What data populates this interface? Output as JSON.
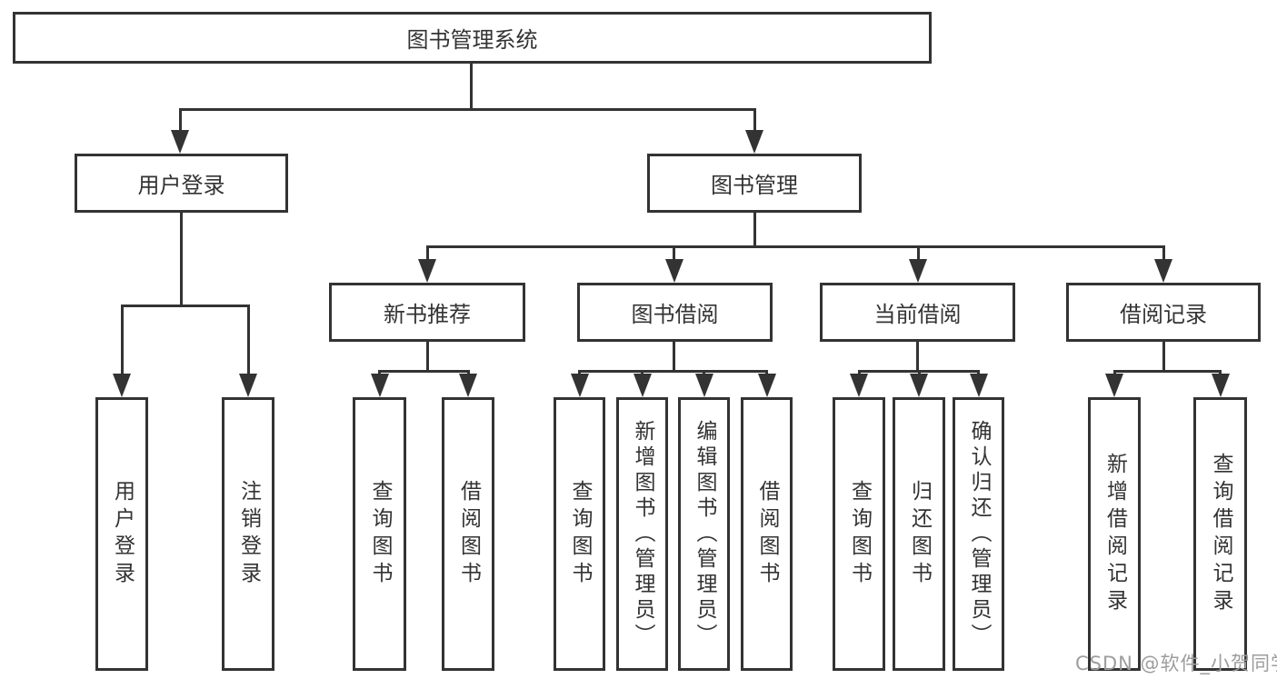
{
  "diagram": {
    "type": "tree",
    "title": "图书管理系统",
    "watermark": "CSDN @软件_小贺同学",
    "colors": {
      "line": "#333333",
      "box_border": "#333333",
      "box_background": "#ffffff",
      "text": "#333333",
      "watermark": "#9d9d9d",
      "page_background": "#ffffff"
    },
    "nodes": {
      "root": {
        "label": "图书管理系统"
      },
      "user_login": {
        "label": "用户登录"
      },
      "book_mgmt": {
        "label": "图书管理"
      },
      "new_book_rec": {
        "label": "新书推荐"
      },
      "book_borrow": {
        "label": "图书借阅"
      },
      "current_borrow": {
        "label": "当前借阅"
      },
      "borrow_records": {
        "label": "借阅记录"
      },
      "login_user": {
        "label": "用户登录"
      },
      "login_logout": {
        "label": "注销登录"
      },
      "rec_query_book": {
        "label": "查询图书"
      },
      "rec_borrow_book": {
        "label": "借阅图书"
      },
      "bor_query_book": {
        "label": "查询图书"
      },
      "bor_add_book": {
        "label": "新增图书（管理员）"
      },
      "bor_edit_book": {
        "label": "编辑图书（管理员）"
      },
      "bor_borrow_book": {
        "label": "借阅图书"
      },
      "cur_query_book": {
        "label": "查询图书"
      },
      "cur_return_book": {
        "label": "归还图书"
      },
      "cur_confirm_return": {
        "label": "确认归还（管理员）"
      },
      "recd_add_record": {
        "label": "新增借阅记录"
      },
      "recd_query_record": {
        "label": "查询借阅记录"
      }
    },
    "hierarchy": {
      "图书管理系统": {
        "用户登录": [
          "用户登录",
          "注销登录"
        ],
        "图书管理": {
          "新书推荐": [
            "查询图书",
            "借阅图书"
          ],
          "图书借阅": [
            "查询图书",
            "新增图书（管理员）",
            "编辑图书（管理员）",
            "借阅图书"
          ],
          "当前借阅": [
            "查询图书",
            "归还图书",
            "确认归还（管理员）"
          ],
          "借阅记录": [
            "新增借阅记录",
            "查询借阅记录"
          ]
        }
      }
    }
  }
}
